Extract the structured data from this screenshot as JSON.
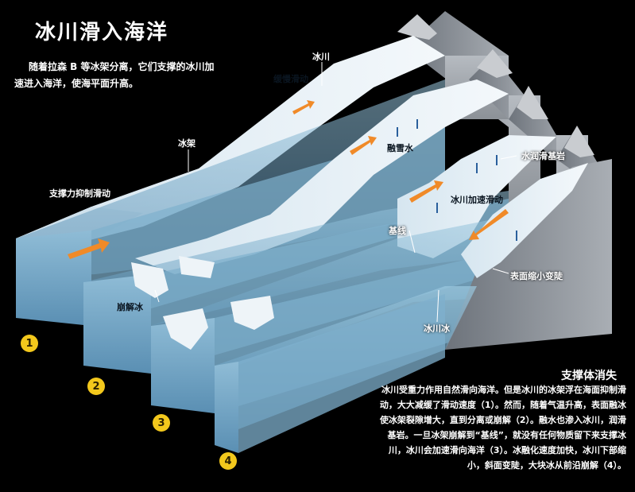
{
  "title": "冰川滑入海洋",
  "intro": "随着拉森 B 等冰架分离，它们支撑的冰川加速进入海洋，使海平面升高。",
  "labels": {
    "glacier": "冰川",
    "slow_sliding": "缓慢滑动",
    "ice_shelf": "冰架",
    "buttress": "支撑力抑制滑动",
    "meltwater": "融雪水",
    "lubricate": "水润滑基岩",
    "accelerate": "冰川加速滑动",
    "grounding_line": "基线",
    "collapsed_ice": "崩解冰",
    "steeper": "表面缩小变陡",
    "glacier_ice": "冰川冰"
  },
  "steps": [
    "1",
    "2",
    "3",
    "4"
  ],
  "panel": {
    "title": "支撑体消失",
    "body": "冰川受重力作用自然滑向海洋。但是冰川的冰架浮在海面抑制滑动，大大减缓了滑动速度（1）。然而，随着气温升高，表面融冰使冰架裂隙增大，直到分离或崩解（2）。融水也渗入冰川，润滑基岩。一旦冰架崩解到“基线”，就没有任何物质留下来支撑冰川，冰川会加速滑向海洋（3）。冰融化速度加快，冰川下部缩小，斜面变陡，大块冰从前沿崩解（4）。"
  },
  "colors": {
    "background": "#000000",
    "ice": "#e8f1f7",
    "water": "#6fa6c6",
    "rock": "#8e949c",
    "arrow": "#f08a28",
    "drip": "#2a5f9c",
    "step_badge": "#f3c81c"
  }
}
